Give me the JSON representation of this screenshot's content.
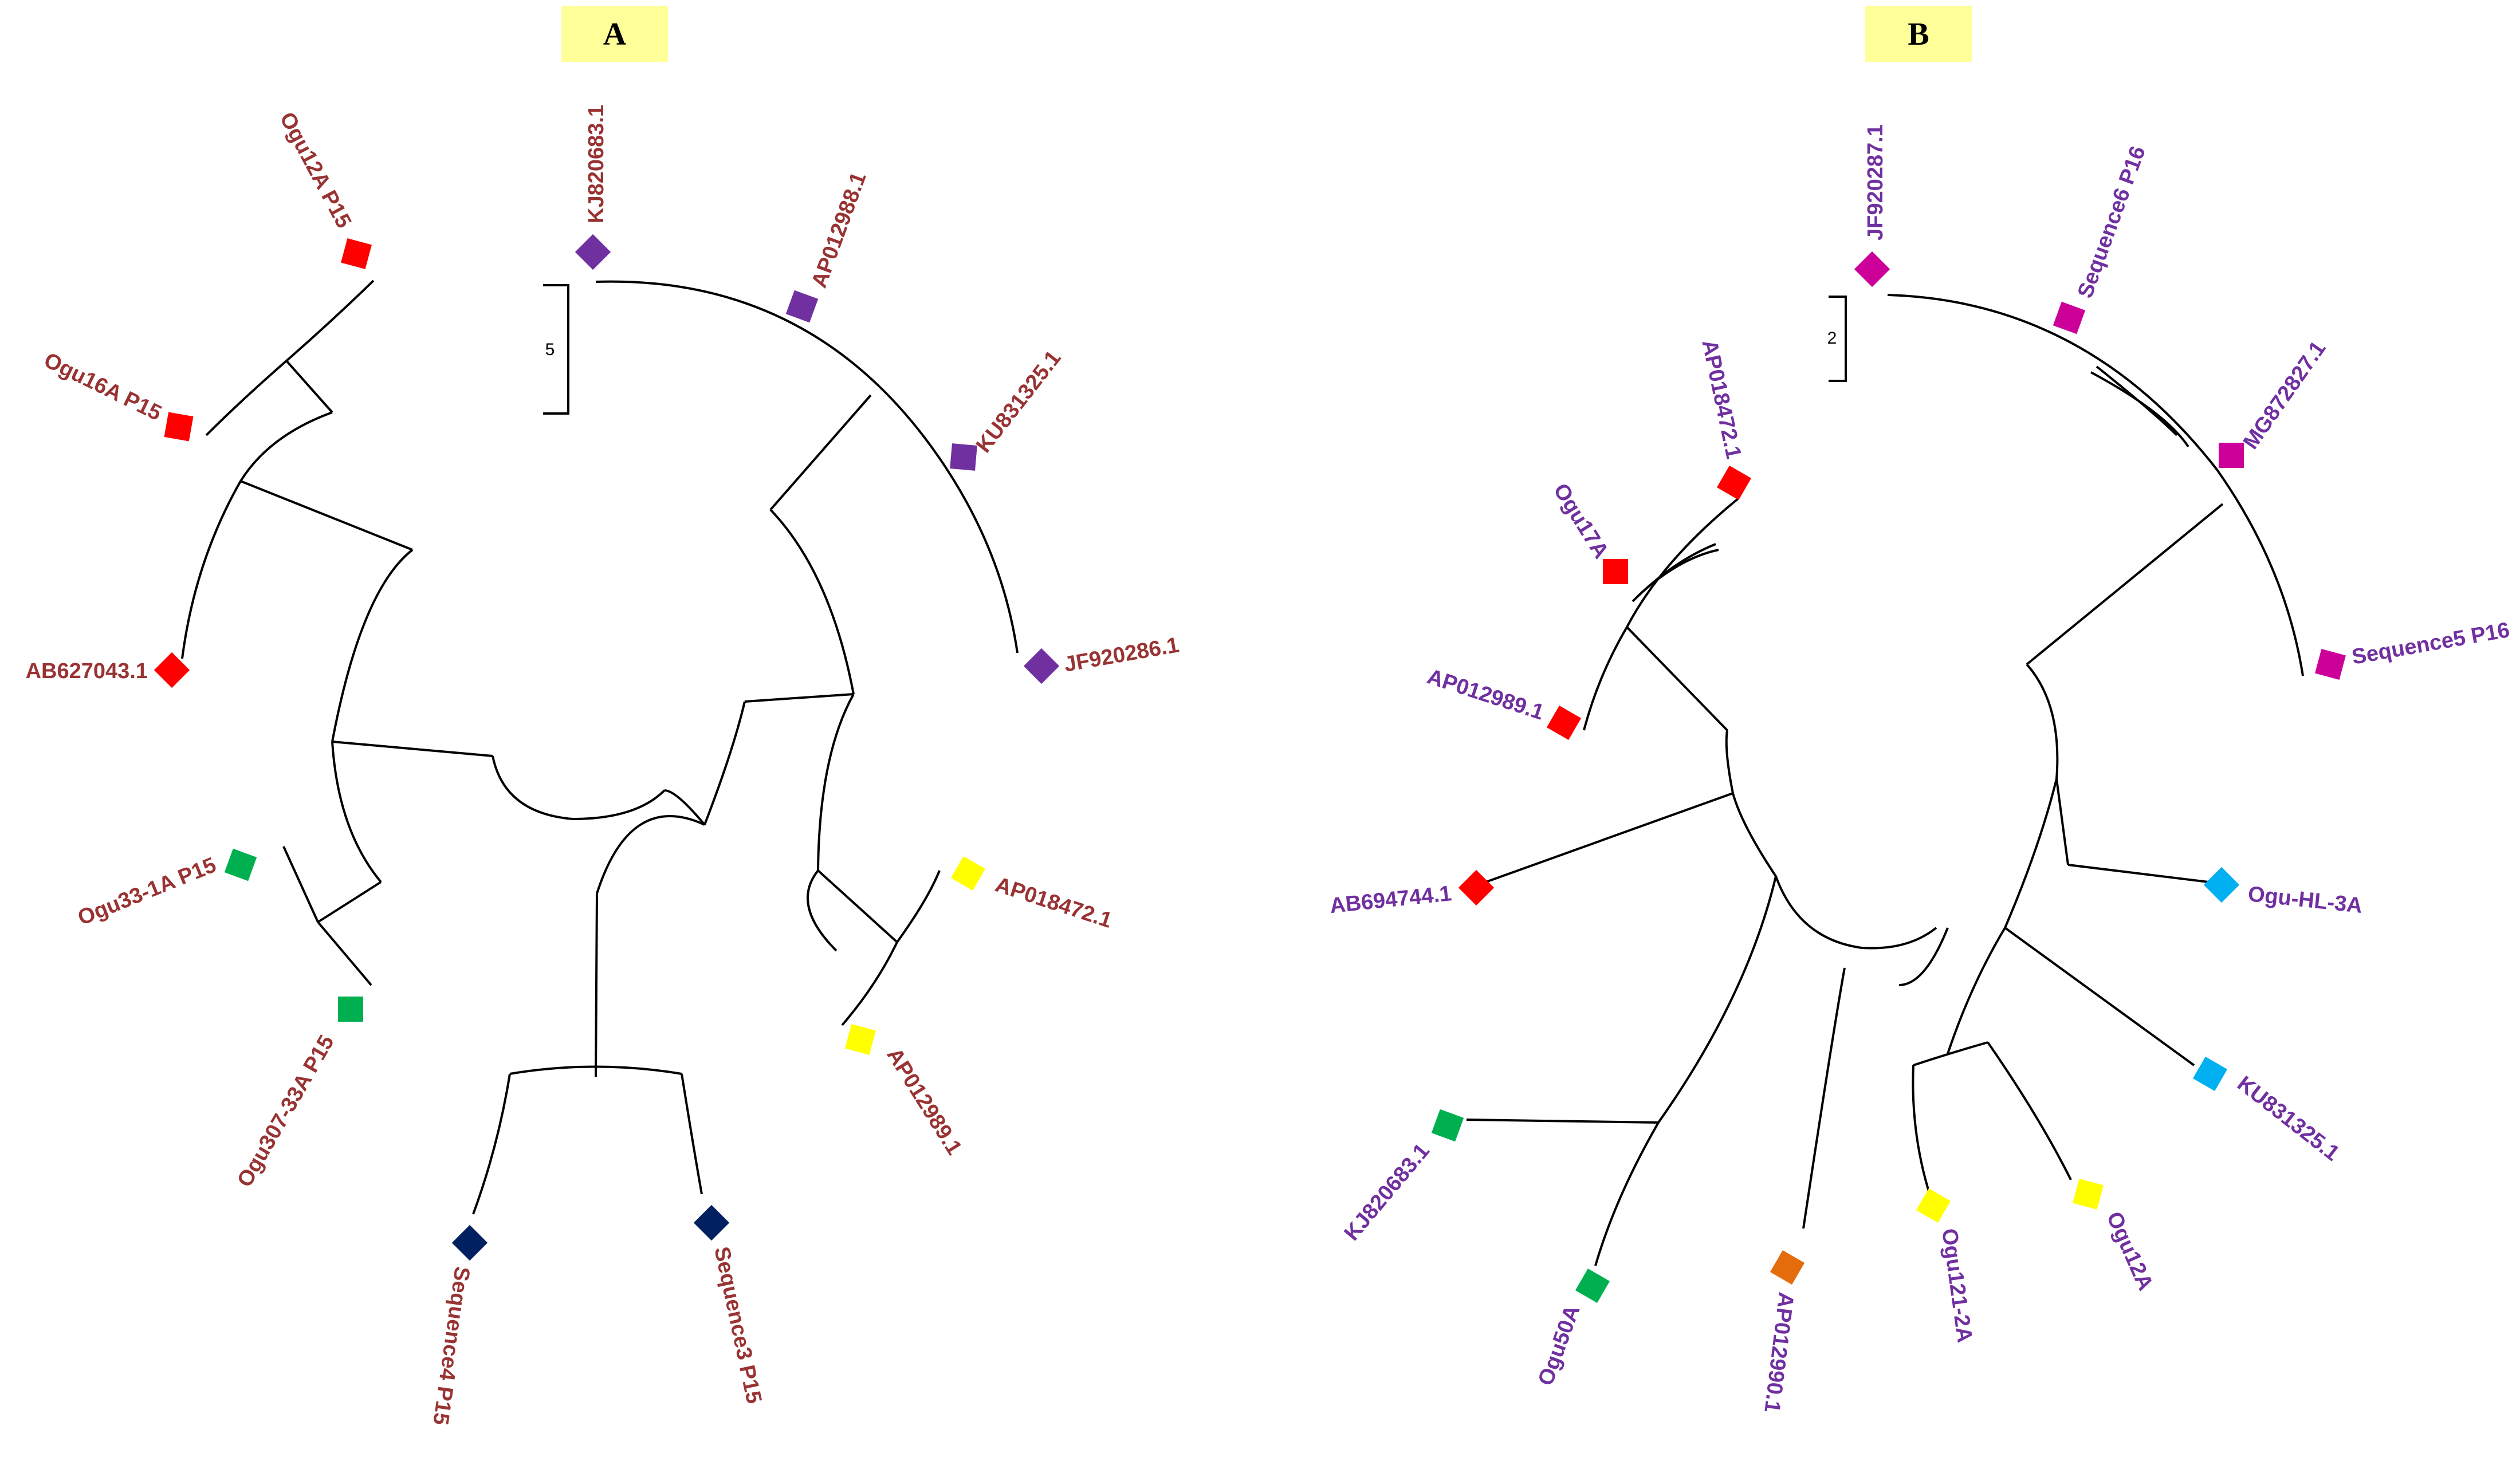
{
  "panels": [
    {
      "id": "A",
      "letter": "A",
      "scale_label": "5",
      "label_color": "#993333",
      "leaves": [
        {
          "label": "KJ820683.1",
          "color": "#7030a0",
          "shape": "diamond"
        },
        {
          "label": "AP012988.1",
          "color": "#7030a0",
          "shape": "diamond"
        },
        {
          "label": "KU831325.1",
          "color": "#7030a0",
          "shape": "diamond"
        },
        {
          "label": "JF920286.1",
          "color": "#7030a0",
          "shape": "diamond"
        },
        {
          "label": "AP018472.1",
          "color": "#ffff00",
          "shape": "square"
        },
        {
          "label": "AP012989.1",
          "color": "#ffff00",
          "shape": "square"
        },
        {
          "label": "Sequence3 P15",
          "color": "#002060",
          "shape": "diamond"
        },
        {
          "label": "Sequence4 P15",
          "color": "#002060",
          "shape": "diamond"
        },
        {
          "label": "Ogu307-33A P15",
          "color": "#00b050",
          "shape": "square"
        },
        {
          "label": "Ogu33-1A P15",
          "color": "#00b050",
          "shape": "diamond"
        },
        {
          "label": "AB627043.1",
          "color": "#ff0000",
          "shape": "diamond"
        },
        {
          "label": "Ogu16A P15",
          "color": "#ff0000",
          "shape": "square"
        },
        {
          "label": "Ogu12A P15",
          "color": "#ff0000",
          "shape": "square"
        }
      ]
    },
    {
      "id": "B",
      "letter": "B",
      "scale_label": "2",
      "label_color": "#7030a0",
      "leaves": [
        {
          "label": "JF920287.1",
          "color": "#cc0099",
          "shape": "diamond"
        },
        {
          "label": "Sequence6 P16",
          "color": "#cc0099",
          "shape": "diamond"
        },
        {
          "label": "MG872827.1",
          "color": "#cc0099",
          "shape": "square"
        },
        {
          "label": "Sequence5 P16",
          "color": "#cc0099",
          "shape": "diamond"
        },
        {
          "label": "Ogu-HL-3A",
          "color": "#00b0f0",
          "shape": "diamond"
        },
        {
          "label": "KU831325.1",
          "color": "#00b0f0",
          "shape": "diamond"
        },
        {
          "label": "Ogu12A",
          "color": "#ffff00",
          "shape": "square"
        },
        {
          "label": "Ogu121-2A",
          "color": "#ffff00",
          "shape": "diamond"
        },
        {
          "label": "AP012990.1",
          "color": "#e46c0a",
          "shape": "diamond"
        },
        {
          "label": "Ogu50A",
          "color": "#00b050",
          "shape": "diamond"
        },
        {
          "label": "KJ820683.1",
          "color": "#00b050",
          "shape": "diamond"
        },
        {
          "label": "AB694744.1",
          "color": "#ff0000",
          "shape": "diamond"
        },
        {
          "label": "AP012989.1",
          "color": "#ff0000",
          "shape": "diamond"
        },
        {
          "label": "Ogu17A",
          "color": "#ff0000",
          "shape": "square"
        },
        {
          "label": "AP018472.1",
          "color": "#ff0000",
          "shape": "diamond"
        }
      ]
    }
  ]
}
